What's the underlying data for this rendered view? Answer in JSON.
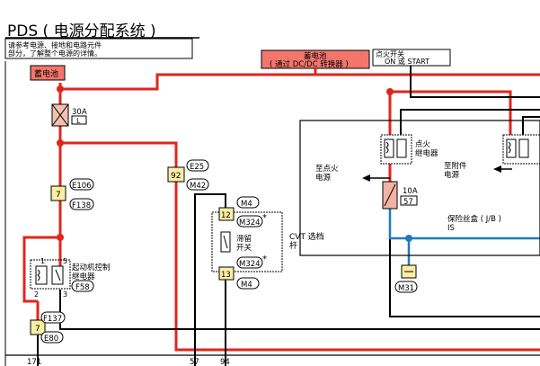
{
  "title": "PDS ( 电源分配系统 )",
  "note_line1": "请参考电源、接地和电路元件",
  "note_line2": "部分，了解整个电源的详情。",
  "battery_top": "蓄电池",
  "battery_dcdc_line1": "蓄电池",
  "battery_dcdc_line2": "( 通过 DC/DC 转换器 )",
  "ign_switch_line1": "点火开关",
  "ign_switch_line2": "ON 或 START",
  "fuse_30a": "30A",
  "fuse_30a_code": "L",
  "pin7_a": "7",
  "conn_e106": "E106",
  "conn_f138": "F138",
  "pin92": "92",
  "conn_e25": "E25",
  "conn_m42": "M42",
  "conn_m4_top": "M4",
  "pin12": "12",
  "conn_m324_top": "M324",
  "park_switch_line1": "滞留",
  "park_switch_line2": "开关",
  "conn_m324_bot": "M324",
  "pin13": "13",
  "conn_m4_bot": "M4",
  "asterisk": "*",
  "cvt_line1": "CVT 选档",
  "cvt_line2": "杆",
  "starter_relay_line1": "起动机控制",
  "starter_relay_line2": "继电器",
  "pin1": "1",
  "pin2": "2",
  "pin3": "3",
  "pin5": "5",
  "conn_f58": "F58",
  "pin7_b": "7",
  "conn_f137": "F137",
  "conn_e80": "E80",
  "to_ign_line1": "至点火",
  "to_ign_line2": "电源",
  "ign_relay_line1": "点火",
  "ign_relay_line2": "继电器",
  "to_acc_line1": "至附件",
  "to_acc_line2": "电源",
  "fuse_10a": "10A",
  "fuse_10a_code": "57",
  "fuse_box_line1": "保险丝盒 ( J/B )",
  "fuse_box_line2": "IS",
  "conn_m31": "M31",
  "bottom_171": "171",
  "bottom_57": "57",
  "bottom_94": "94",
  "colors": {
    "red_wire": "#e0261c",
    "blue_wire": "#1e7bc0",
    "battery_box": "#f2766b",
    "pin_fill": "#fbeea5"
  }
}
